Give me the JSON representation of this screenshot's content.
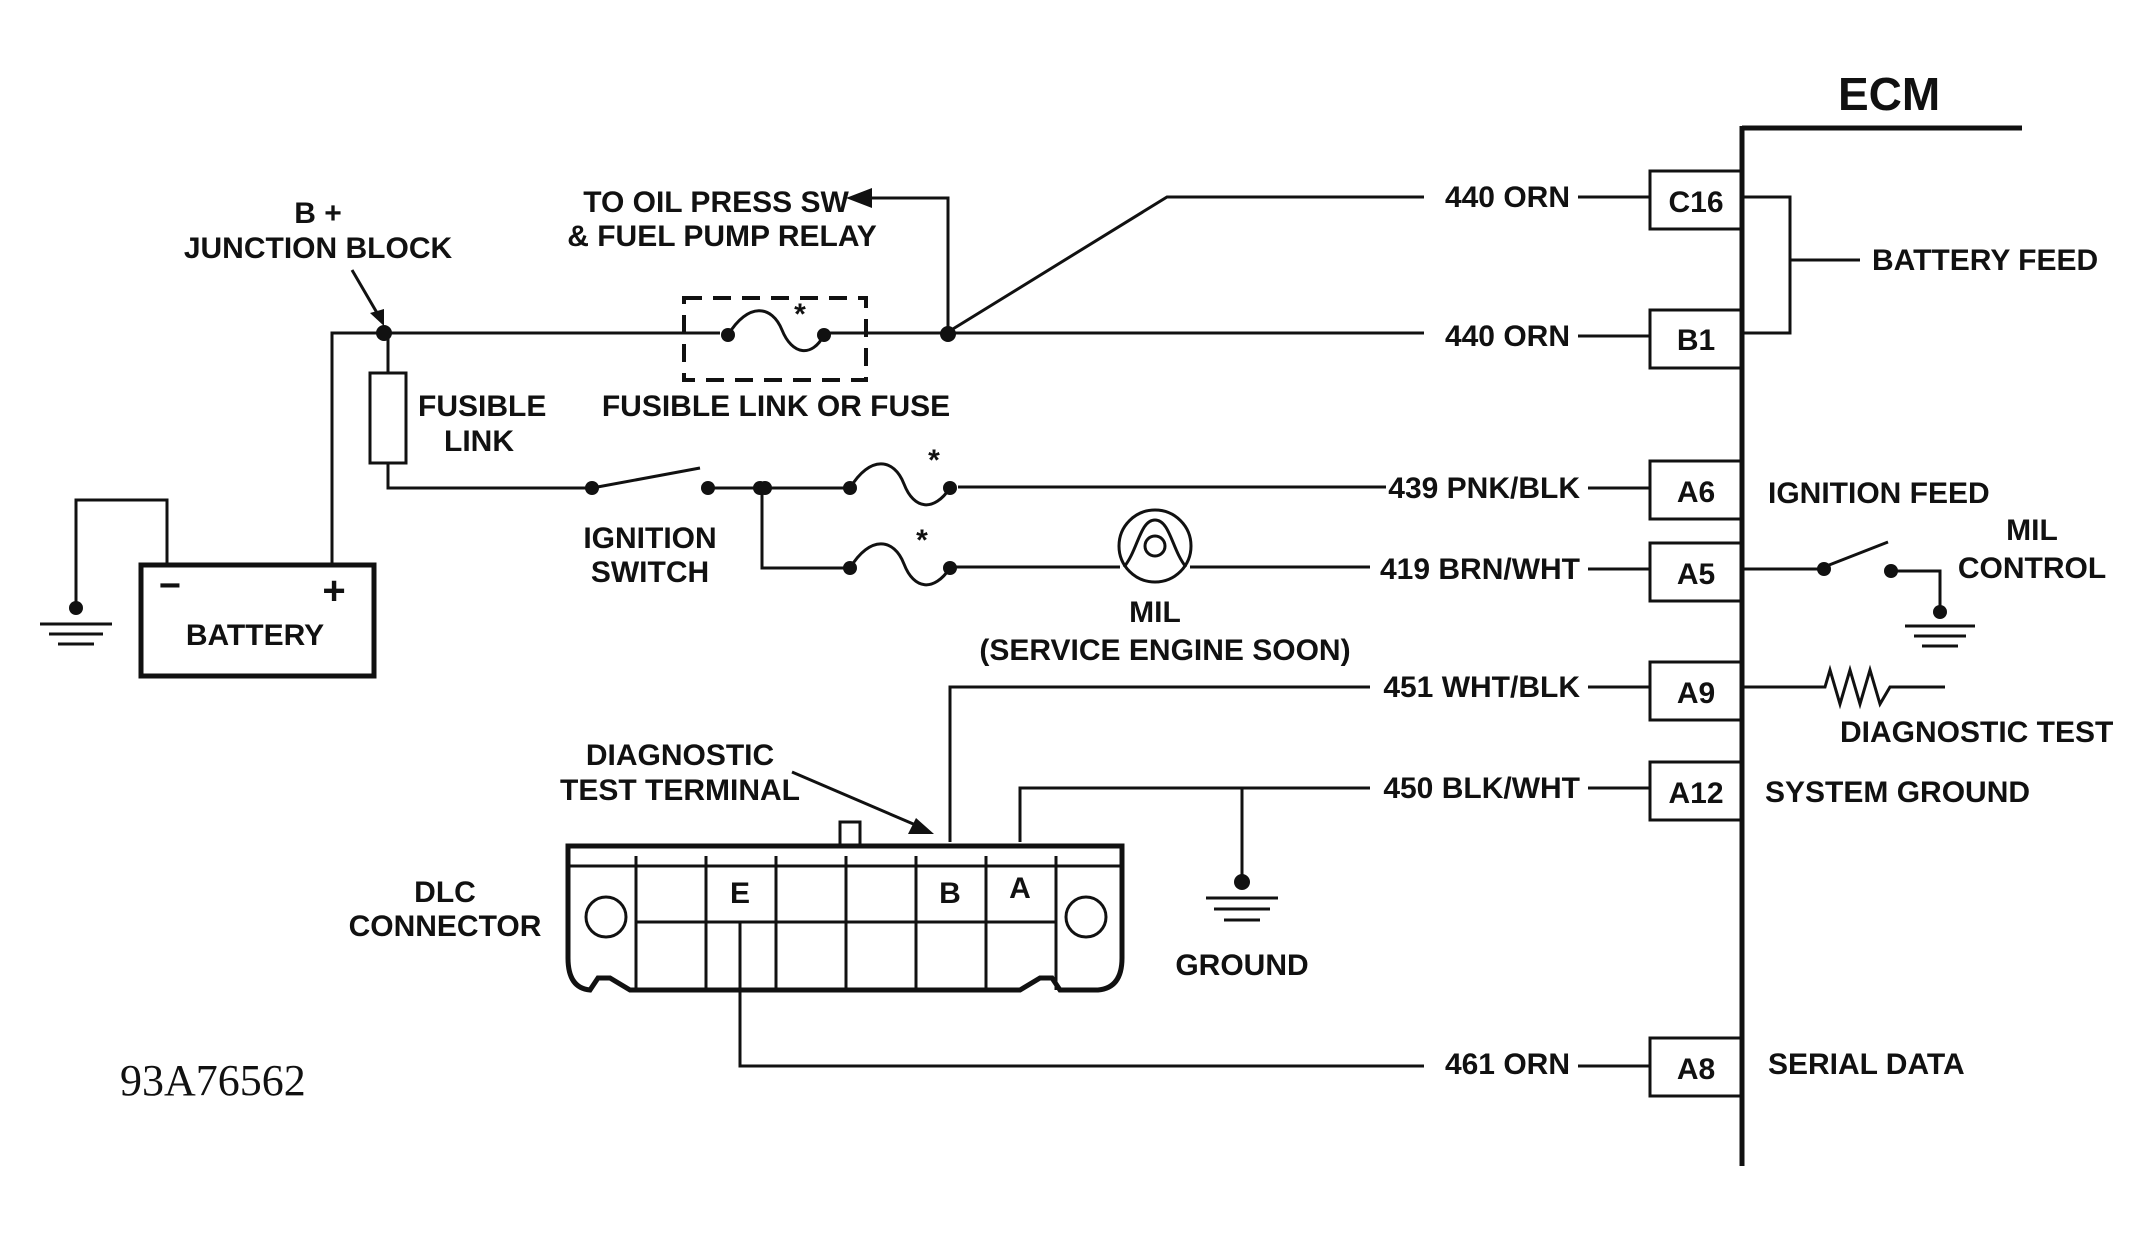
{
  "ecm": {
    "title": "ECM"
  },
  "pins": [
    {
      "id": "C16",
      "wire": "440 ORN"
    },
    {
      "id": "B1",
      "wire": "440 ORN"
    },
    {
      "id": "A6",
      "wire": "439 PNK/BLK"
    },
    {
      "id": "A5",
      "wire": "419 BRN/WHT"
    },
    {
      "id": "A9",
      "wire": "451 WHT/BLK"
    },
    {
      "id": "A12",
      "wire": "450 BLK/WHT"
    },
    {
      "id": "A8",
      "wire": "461 ORN"
    }
  ],
  "circuits": {
    "battery_feed": "BATTERY FEED",
    "ignition_feed": "IGNITION FEED",
    "mil_control": [
      "MIL",
      "CONTROL"
    ],
    "diagnostic_test": "DIAGNOSTIC TEST",
    "system_ground": "SYSTEM GROUND",
    "serial_data": "SERIAL DATA"
  },
  "components": {
    "junction_block": [
      "B +",
      "JUNCTION BLOCK"
    ],
    "oil_press": [
      "TO OIL PRESS SW",
      "& FUEL PUMP RELAY"
    ],
    "fusible_link": [
      "FUSIBLE",
      "LINK"
    ],
    "fusible_link_or_fuse": "FUSIBLE LINK OR FUSE",
    "battery": "BATTERY",
    "battery_neg": "−",
    "battery_pos": "+",
    "ignition_switch": [
      "IGNITION",
      "SWITCH"
    ],
    "mil": [
      "MIL",
      "(SERVICE ENGINE SOON)"
    ],
    "diagnostic_terminal": [
      "DIAGNOSTIC",
      "TEST TERMINAL"
    ],
    "dlc": [
      "DLC",
      "CONNECTOR"
    ],
    "dlc_pins": {
      "e": "E",
      "b": "B",
      "a": "A"
    },
    "ground": "GROUND",
    "fuse_star": "*"
  },
  "figure_code": "93A76562"
}
